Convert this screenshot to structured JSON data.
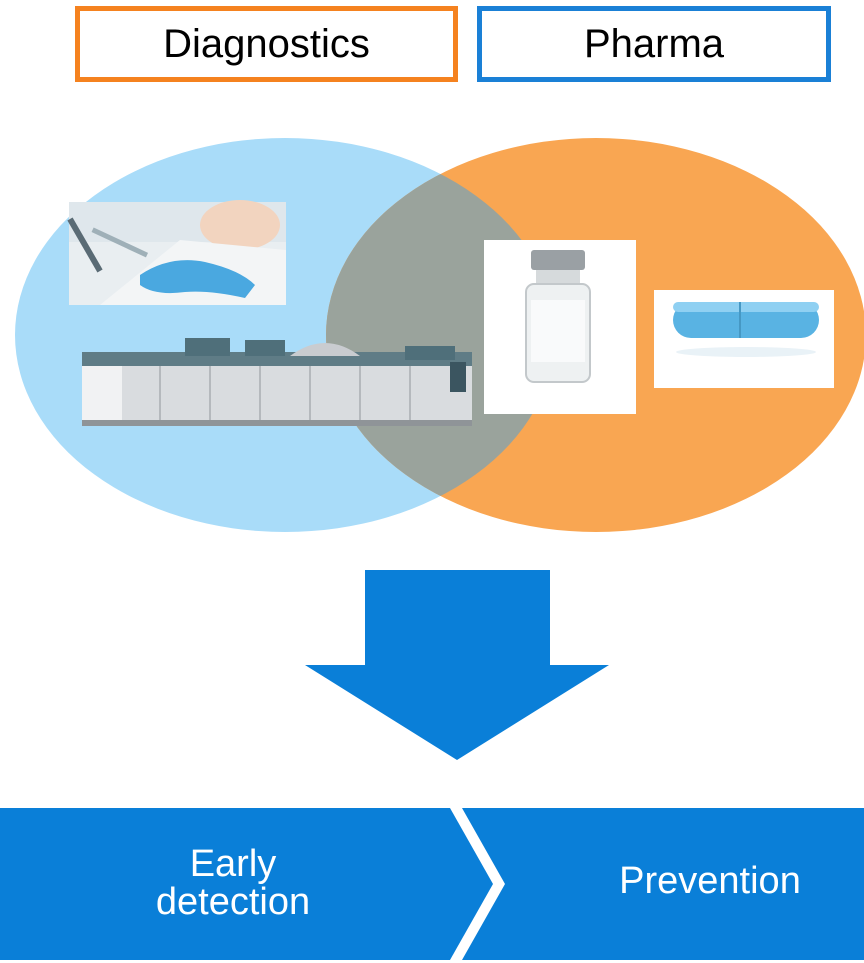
{
  "labels": {
    "diagnostics": "Diagnostics",
    "pharma": "Pharma"
  },
  "flow": {
    "step1_line1": "Early",
    "step1_line2": "detection",
    "step2": "Prevention"
  },
  "colors": {
    "diagnostics_border": "#f5821f",
    "pharma_border": "#1a80d6",
    "diagnostics_circle": "#a9dcf9",
    "pharma_circle": "#f9a652",
    "overlap": "#9aa39c",
    "arrow": "#0a7fd8",
    "band": "#0a7fd8"
  },
  "images": [
    "lab-pipette-photo",
    "lab-analyzer-machine",
    "vaccine-vial-photo",
    "capsule-pill-photo"
  ]
}
